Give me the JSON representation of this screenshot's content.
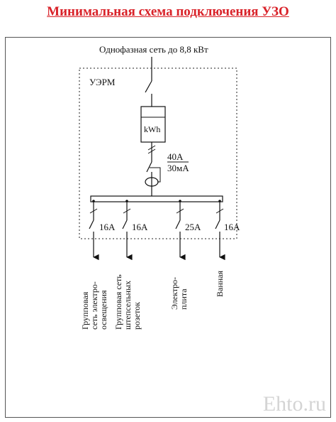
{
  "title": "Минимальная схема подключения УЗО",
  "diagram": {
    "supply_label": "Однофазная сеть до 8,8 кВт",
    "panel_label": "УЭРМ",
    "meter_label": "kWh",
    "rcd_current": "40A",
    "rcd_leakage": "30мА",
    "breakers": [
      {
        "rating": "16A",
        "load": [
          "Групповая",
          "сеть электро-",
          "освещения"
        ]
      },
      {
        "rating": "16A",
        "load": [
          "Групповая сеть",
          "штепсельных",
          "розеток"
        ]
      },
      {
        "rating": "25A",
        "load": [
          "Электро-",
          "плита"
        ]
      },
      {
        "rating": "16A",
        "load": [
          "Ванная"
        ]
      }
    ]
  },
  "watermark": "Ehto.ru"
}
